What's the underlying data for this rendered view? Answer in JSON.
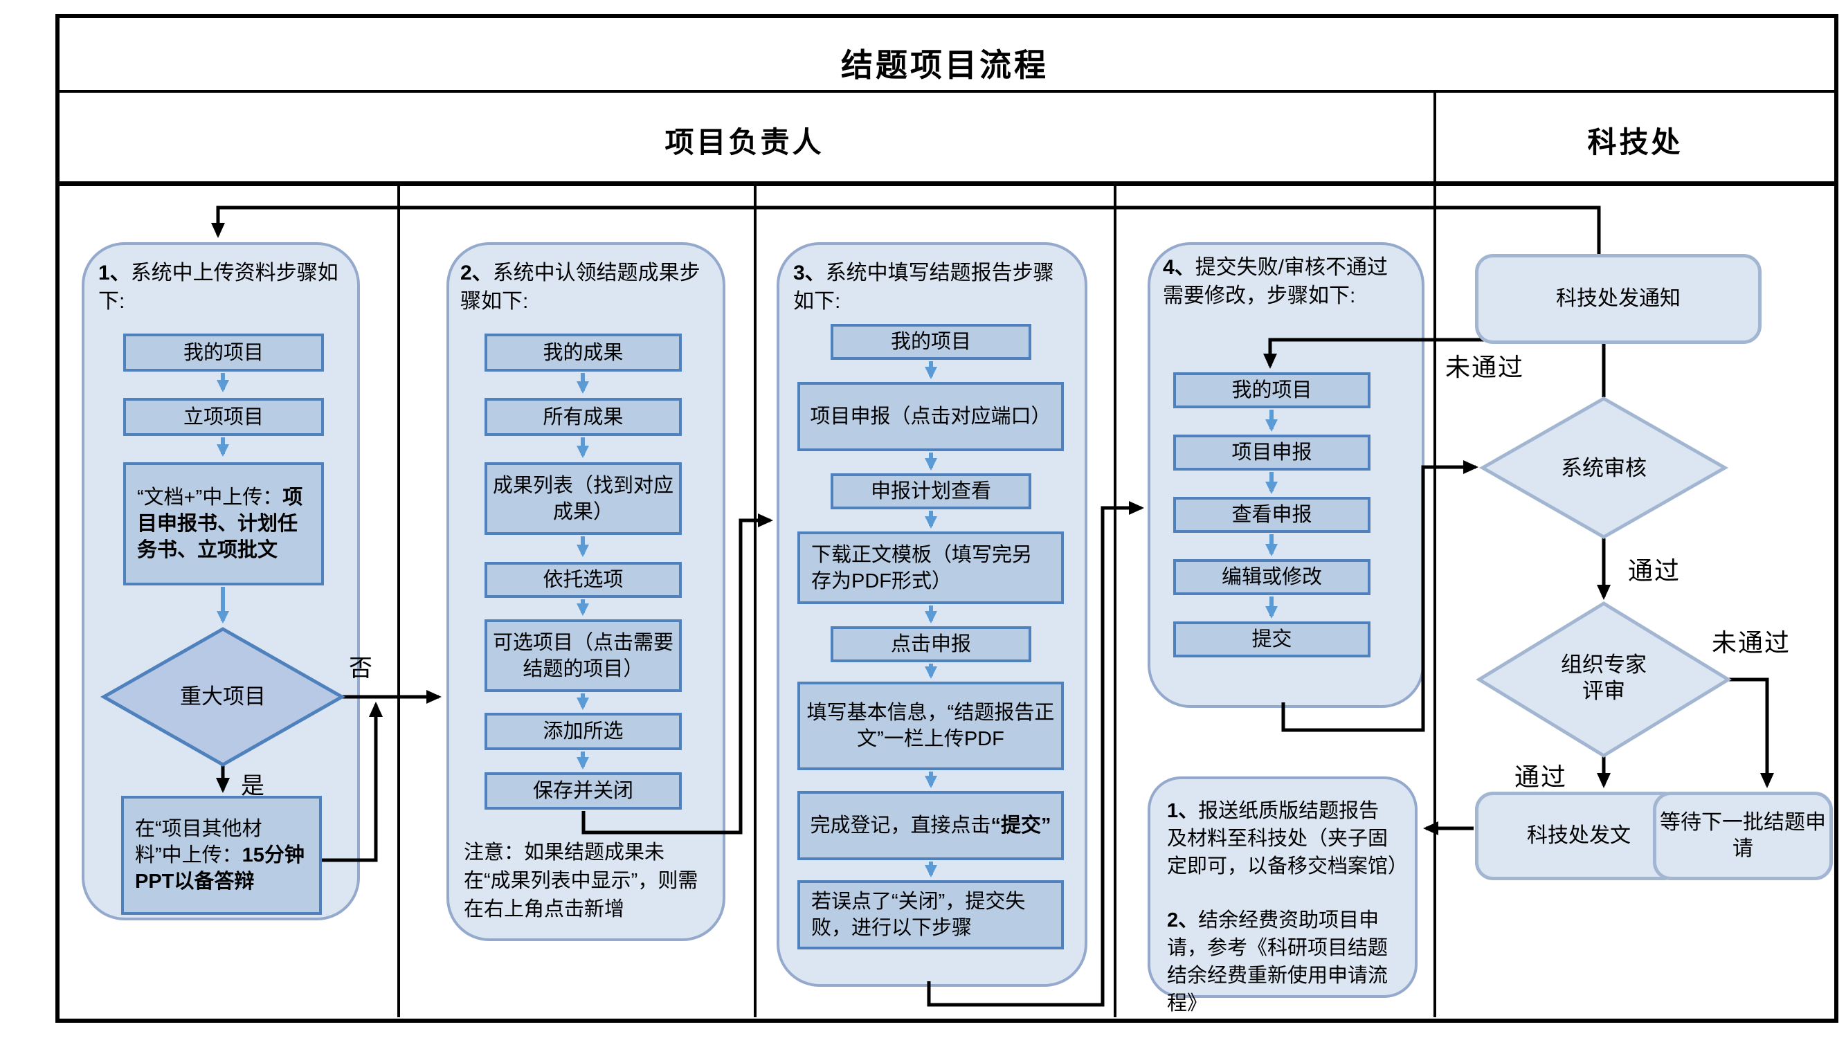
{
  "title": "结题项目流程",
  "lanes": {
    "left": "项目负责人",
    "right": "科技处"
  },
  "col1": {
    "num": "1、",
    "title": "系统中上传资料步骤如下:",
    "step1": "我的项目",
    "step2": "立项项目",
    "upload_normal": "“文档+”中上传：",
    "upload_bold": "项目申报书、计划任务书、立项批文",
    "diamond": "重大项目",
    "no": "否",
    "yes": "是",
    "ppt_normal": "在“项目其他材料”中上传：",
    "ppt_bold": "15分钟PPT以备答辩"
  },
  "col2": {
    "num": "2、",
    "title": "系统中认领结题成果步骤如下:",
    "steps": [
      "我的成果",
      "所有成果",
      "成果列表（找到对应成果）",
      "依托选项",
      "可选项目（点击需要结题的项目）",
      "添加所选",
      "保存并关闭"
    ],
    "note": "注意：如果结题成果未在“成果列表中显示”，则需在右上角点击新增"
  },
  "col3": {
    "num": "3、",
    "title": "系统中填写结题报告步骤如下:",
    "steps": [
      "我的项目",
      "项目申报（点击对应端口）",
      "申报计划查看",
      "下载正文模板（填写完另存为PDF形式）",
      "点击申报",
      "填写基本信息，“结题报告正文”一栏上传PDF"
    ],
    "submit_normal": "完成登记，直接点击",
    "submit_bold": "“提交”",
    "fail": "若误点了“关闭”，提交失败，进行以下步骤"
  },
  "col4": {
    "num": "4、",
    "title": "提交失败/审核不通过需要修改，步骤如下:",
    "steps": [
      "我的项目",
      "项目申报",
      "查看申报",
      "编辑或修改",
      "提交"
    ],
    "note1_num": "1、",
    "note1": "报送纸质版结题报告及材料至科技处（夹子固定即可，以备移交档案馆）",
    "note2_num": "2、",
    "note2": "结余经费资助项目申请，参考《科研项目结题结余经费重新使用申请流程》"
  },
  "office": {
    "notice": "科技处发通知",
    "sys_review": "系统审核",
    "expert_review": "组织专家评审",
    "issue": "科技处发文",
    "wait": "等待下一批结题申请",
    "pass": "通过",
    "fail": "未通过"
  },
  "colors": {
    "step_box_fill": "#b8cce4",
    "step_box_border": "#4f81bd",
    "container_fill": "#dce6f2",
    "container_border": "#95a9cc",
    "office_shape_border": "#a3b6d1",
    "arrow_blue": "#5b9bd5",
    "connector_black": "#000000"
  }
}
